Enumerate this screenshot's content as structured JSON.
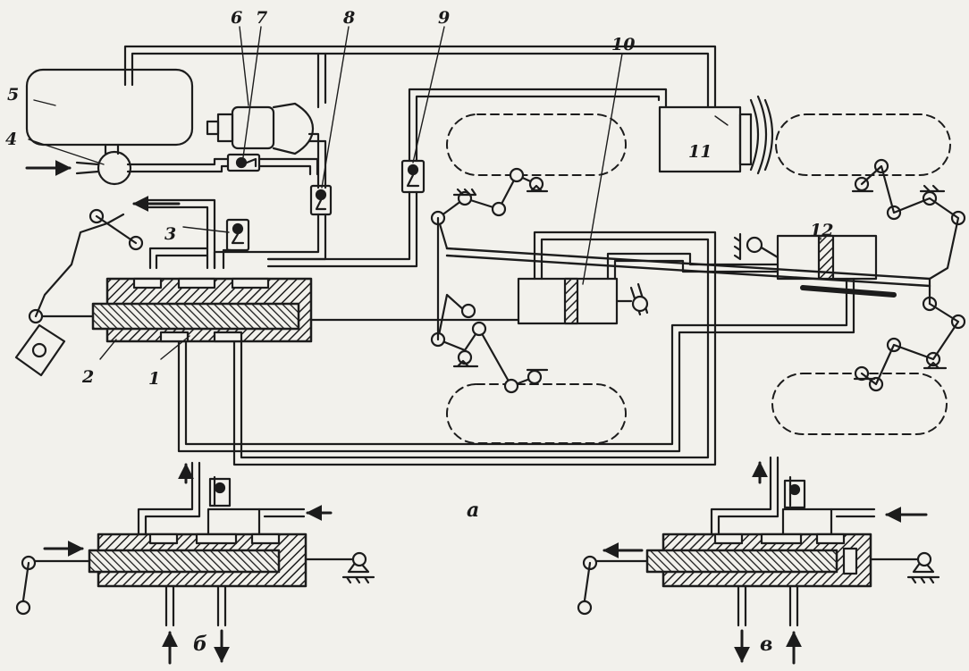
{
  "diagram": {
    "callouts": {
      "c1": "1",
      "c2": "2",
      "c3": "3",
      "c4": "4",
      "c5": "5",
      "c6": "6",
      "c7": "7",
      "c8": "8",
      "c9": "9",
      "c10": "10",
      "c11": "11",
      "c12": "12"
    },
    "panels": {
      "a": "а",
      "b": "б",
      "v": "в"
    },
    "colors": {
      "ink": "#1c1c1c",
      "paper": "#f2f1ec"
    }
  }
}
